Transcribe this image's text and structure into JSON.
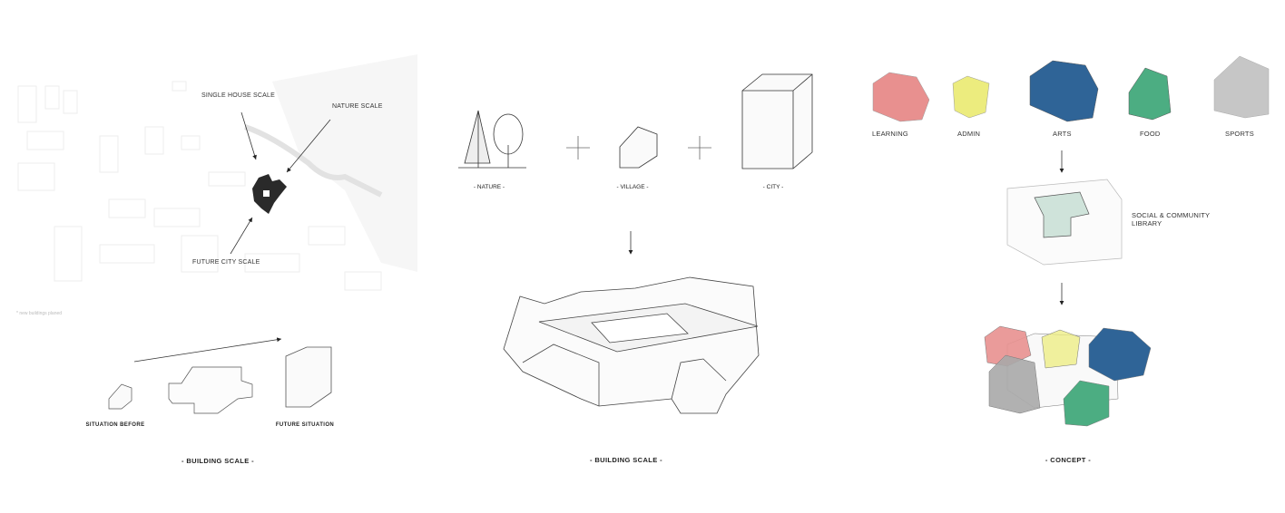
{
  "site_plan": {
    "labels": {
      "single_house": "SINGLE HOUSE SCALE",
      "nature": "NATURE SCALE",
      "future_city": "FUTURE CITY SCALE"
    },
    "footnote": "* new buildings planed"
  },
  "building_evolution": {
    "before": "SITUATION BEFORE",
    "future": "FUTURE SITUATION",
    "caption": "- BUILDING SCALE -"
  },
  "influences": {
    "nature": "- NATURE -",
    "village": "- VILLAGE -",
    "city": "- CITY -",
    "caption": "- BUILDING SCALE -"
  },
  "concept": {
    "programs": [
      {
        "label": "LEARNING",
        "color": "#e8908f"
      },
      {
        "label": "ADMIN",
        "color": "#ecec7e"
      },
      {
        "label": "ARTS",
        "color": "#2f6497"
      },
      {
        "label": "FOOD",
        "color": "#4cad82"
      },
      {
        "label": "SPORTS",
        "color": "#c6c6c6"
      }
    ],
    "library_line1": "SOCIAL & COMMUNITY",
    "library_line2": "LIBRARY",
    "library_color": "#cfe3da",
    "caption": "- CONCEPT -"
  }
}
